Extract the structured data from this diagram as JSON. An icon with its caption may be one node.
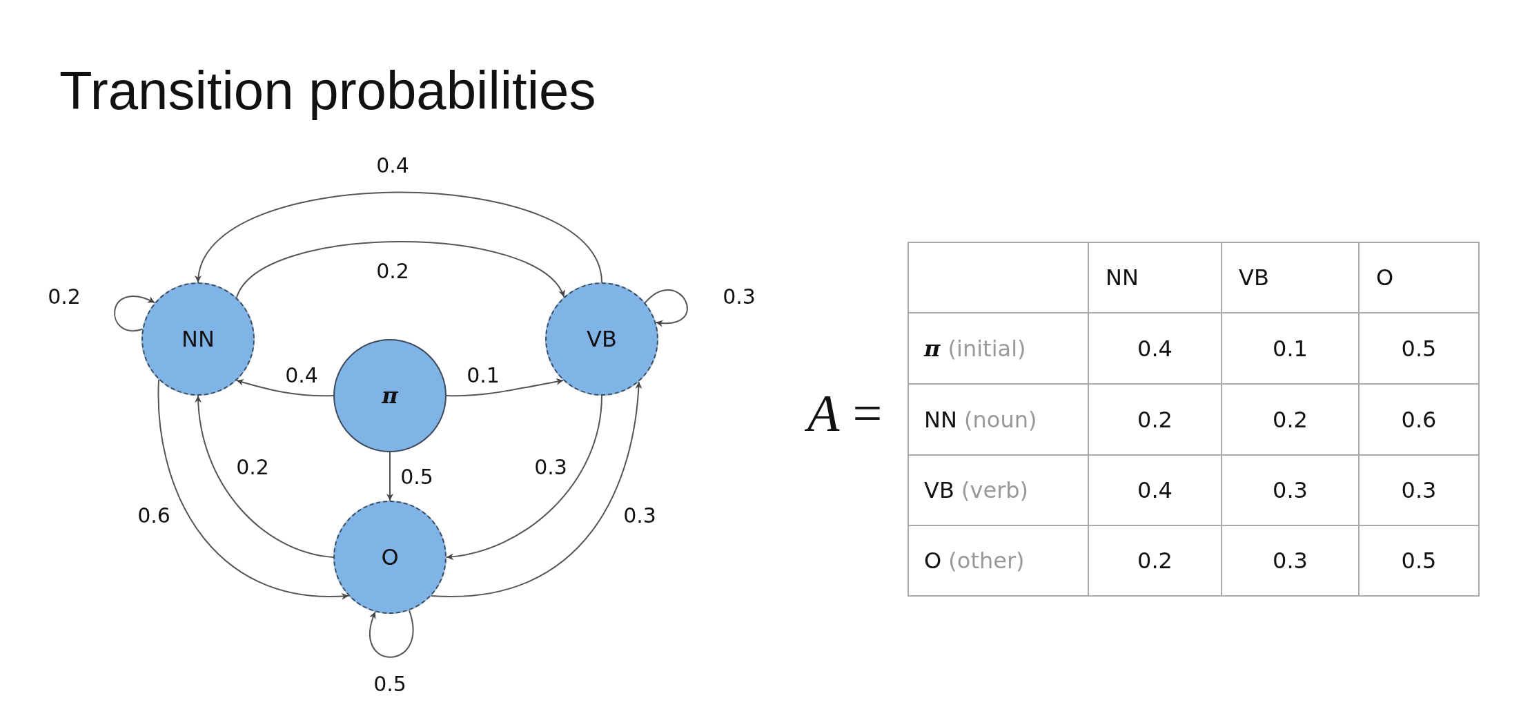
{
  "diagram": {
    "title": "Transition probabilities",
    "nodes": [
      {
        "text": [
          "NN"
        ]
      },
      {
        "text": [
          "VB"
        ]
      },
      {
        "text": [
          "π"
        ]
      },
      {
        "text": [
          "O"
        ]
      }
    ],
    "edges": [
      {
        "from": 2,
        "to": 0,
        "arrow": "to",
        "label": "0.4"
      },
      {
        "from": 2,
        "to": 1,
        "arrow": "to",
        "label": "0.1"
      },
      {
        "from": 2,
        "to": 3,
        "arrow": "to",
        "label": "0.5"
      },
      {
        "from": 0,
        "to": 0,
        "arrow": "to",
        "label": "0.2"
      },
      {
        "from": 0,
        "to": 1,
        "arrow": "to",
        "label": "0.2"
      },
      {
        "from": 1,
        "to": 0,
        "arrow": "to",
        "label": "0.4"
      },
      {
        "from": 1,
        "to": 1,
        "arrow": "to",
        "label": "0.3"
      },
      {
        "from": 0,
        "to": 3,
        "arrow": "to",
        "label": "0.6"
      },
      {
        "from": 3,
        "to": 0,
        "arrow": "to",
        "label": "0.2"
      },
      {
        "from": 1,
        "to": 3,
        "arrow": "to",
        "label": "0.3"
      },
      {
        "from": 3,
        "to": 1,
        "arrow": "to",
        "label": "0.3"
      },
      {
        "from": 3,
        "to": 3,
        "arrow": "to",
        "label": "0.5"
      }
    ],
    "labels": [
      "*A* =",
      "NN",
      "VB",
      "O",
      "π (initial)",
      "0.4",
      "0.1",
      "0.5",
      "NN (noun)",
      "0.2",
      "0.2",
      "0.6",
      "VB (verb)",
      "0.4",
      "0.3",
      "0.3",
      "O (other)",
      "0.2",
      "0.3",
      "0.5"
    ]
  }
}
